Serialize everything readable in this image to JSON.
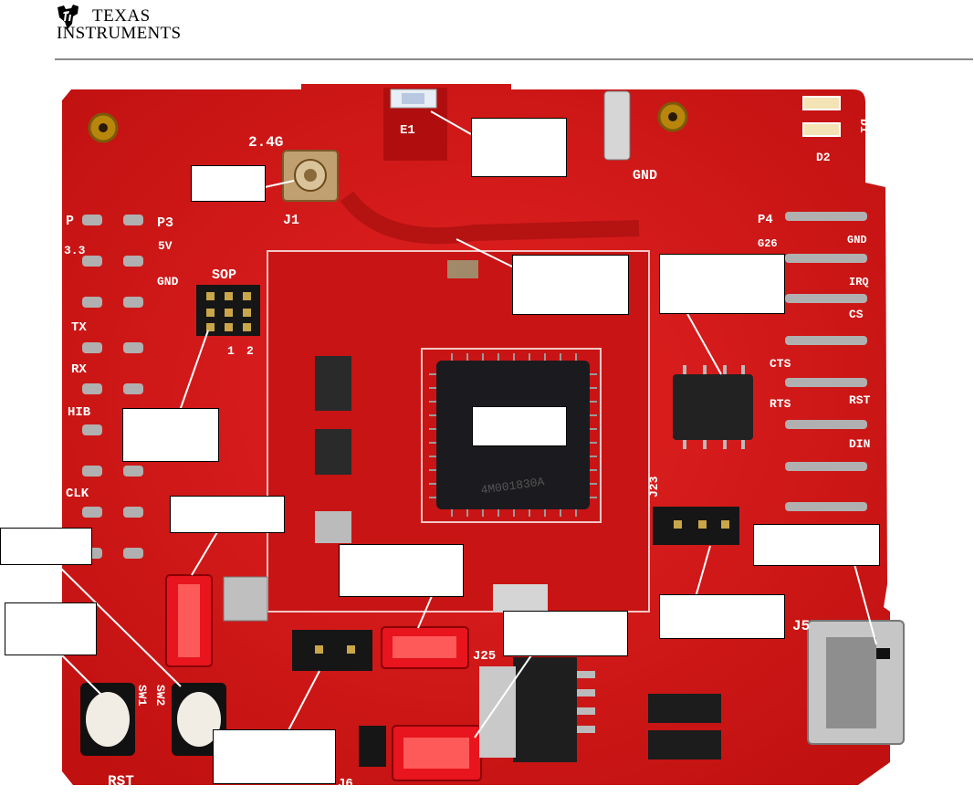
{
  "header": {
    "logo_line1": "Texas",
    "logo_line2": "Instruments"
  },
  "board": {
    "silkscreen": {
      "freq": "2.4G",
      "j1": "J1",
      "e1": "E1",
      "gnd_top": "GND",
      "d1": "D1",
      "d2": "D2",
      "p_left": "P",
      "p3": "P3",
      "v33": "3.3",
      "v5": "5V",
      "gnd_left": "GND",
      "sop": "SOP",
      "sop_1": "1",
      "sop_2": "2",
      "tx": "TX",
      "rx": "RX",
      "hib": "HIB",
      "clk": "CLK",
      "p4": "P4",
      "g26": "G26",
      "gnd_right": "GND",
      "irq": "IRQ",
      "cs": "CS",
      "cts": "CTS",
      "rts": "RTS",
      "rst_right": "RST",
      "din": "DIN",
      "j23": "J23",
      "j5": "J5",
      "j25": "J25",
      "j6": "J6",
      "sw1": "SW1",
      "sw2": "SW2",
      "rst_bottom": "RST",
      "chip_marking": "4M001830A"
    }
  },
  "colors": {
    "pcb": "#d81a1a",
    "pcb_dark": "#a80c0c",
    "silk": "#ffffff",
    "jumper_red": "#e8141e",
    "header_black": "#1a1a1a"
  }
}
